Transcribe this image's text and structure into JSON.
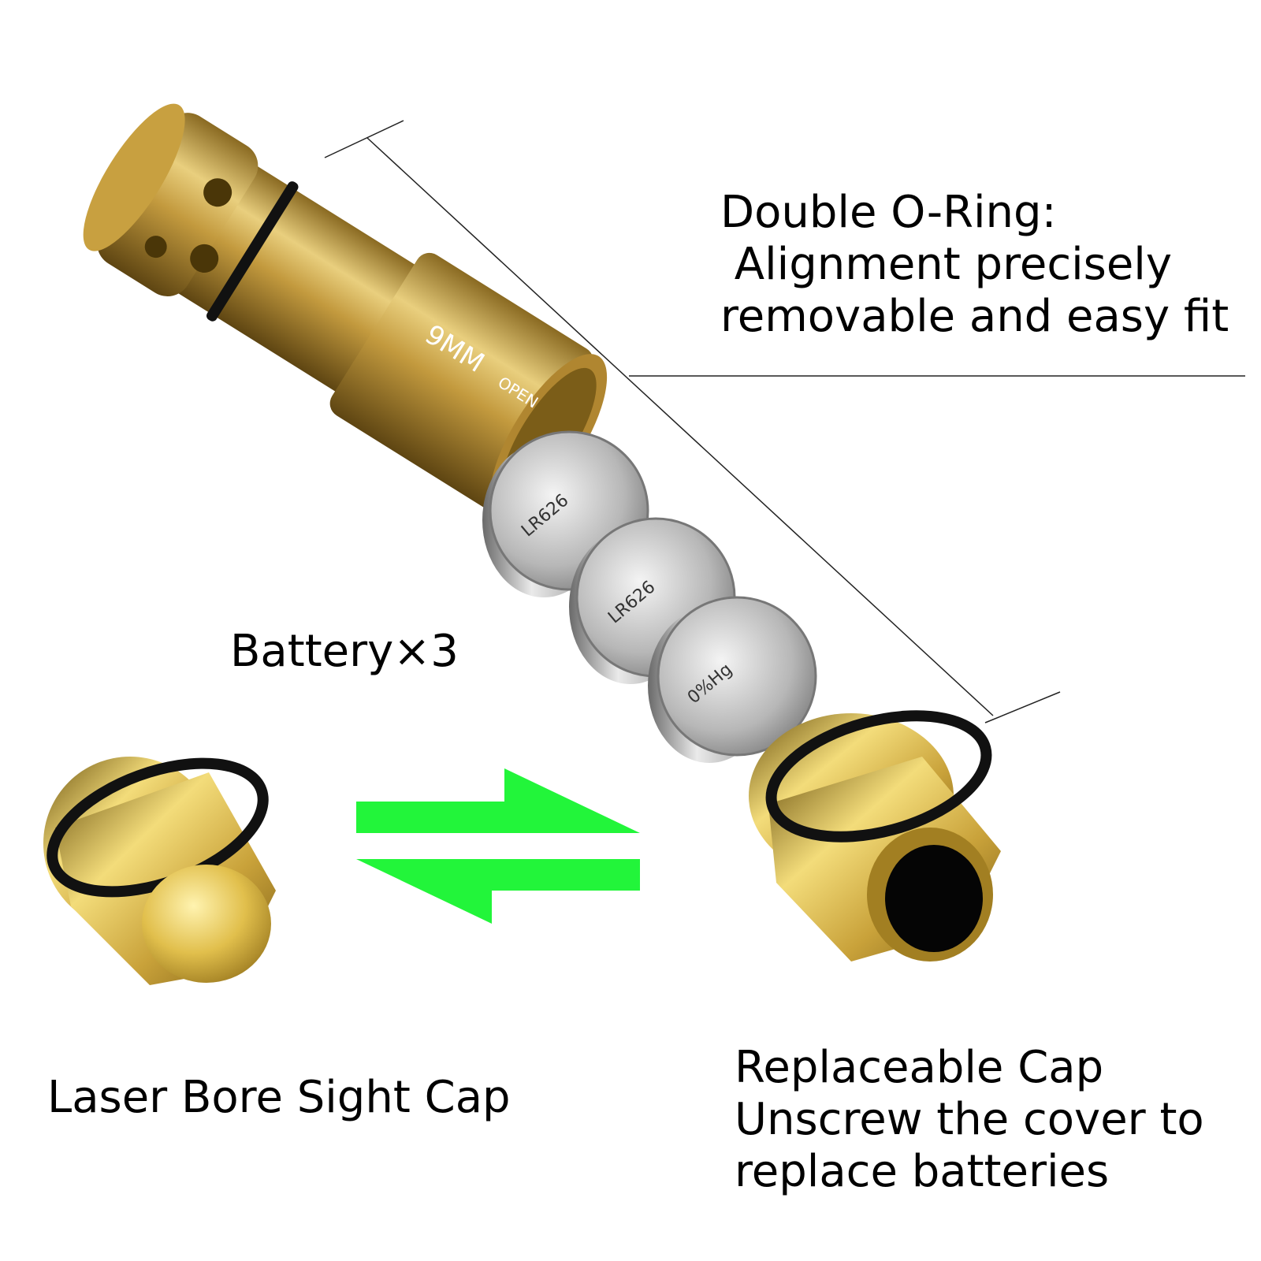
{
  "labels": {
    "oring_line1": "Double O-Ring:",
    "oring_line2": " Alignment precisely",
    "oring_line3": "removable and easy fit",
    "battery": "Battery×3",
    "laser_cap": "Laser Bore Sight Cap",
    "replace_line1": "Replaceable Cap",
    "replace_line2": "Unscrew the cover to",
    "replace_line3": "replace batteries"
  },
  "product_markings": {
    "caliber": "9MM",
    "open": "OPEN",
    "battery_text": "LR626",
    "battery_text2": "0%Hg"
  },
  "colors": {
    "brass": "#c9a247",
    "arrow_green": "#22f53a",
    "oring": "#111111"
  }
}
